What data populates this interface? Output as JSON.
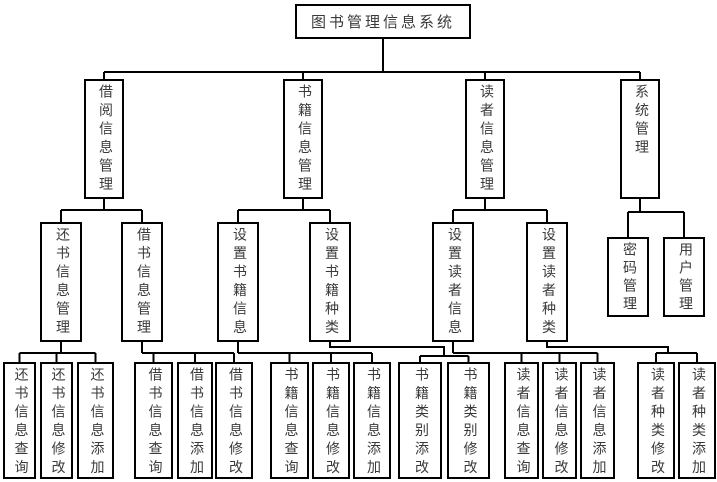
{
  "diagram_title": "图书管理信息系统",
  "colors": {
    "line": "#000000",
    "box_border": "#000000",
    "box_fill": "#ffffff",
    "text": "#3a3a3a",
    "background": "#ffffff"
  },
  "tree": {
    "label": "图书管理信息系统",
    "children": [
      {
        "label": "借阅信息管理",
        "children": [
          {
            "label": "还书信息管理",
            "children": [
              {
                "label": "还书信息查询"
              },
              {
                "label": "还书信息修改"
              },
              {
                "label": "还书信息添加"
              }
            ]
          },
          {
            "label": "借书信息管理",
            "children": [
              {
                "label": "借书信息查询"
              },
              {
                "label": "借书信息添加"
              },
              {
                "label": "借书信息修改"
              }
            ]
          }
        ]
      },
      {
        "label": "书籍信息管理",
        "children": [
          {
            "label": "设置书籍信息",
            "children": [
              {
                "label": "书籍信息查询"
              },
              {
                "label": "书籍信息修改"
              },
              {
                "label": "书籍信息添加"
              }
            ]
          },
          {
            "label": "设置书籍种类",
            "children": [
              {
                "label": "书籍类别添改"
              },
              {
                "label": "书籍类别修改"
              }
            ]
          }
        ]
      },
      {
        "label": "读者信息管理",
        "children": [
          {
            "label": "设置读者信息",
            "children": [
              {
                "label": "读者信息查询"
              },
              {
                "label": "读者信息修改"
              },
              {
                "label": "读者信息添加"
              }
            ]
          },
          {
            "label": "设置读者种类",
            "children": [
              {
                "label": "读者种类修改"
              },
              {
                "label": "读者种类添加"
              }
            ]
          }
        ]
      },
      {
        "label": "系统管理",
        "children": [
          {
            "label": "密码管理"
          },
          {
            "label": "用户管理"
          }
        ]
      }
    ]
  }
}
